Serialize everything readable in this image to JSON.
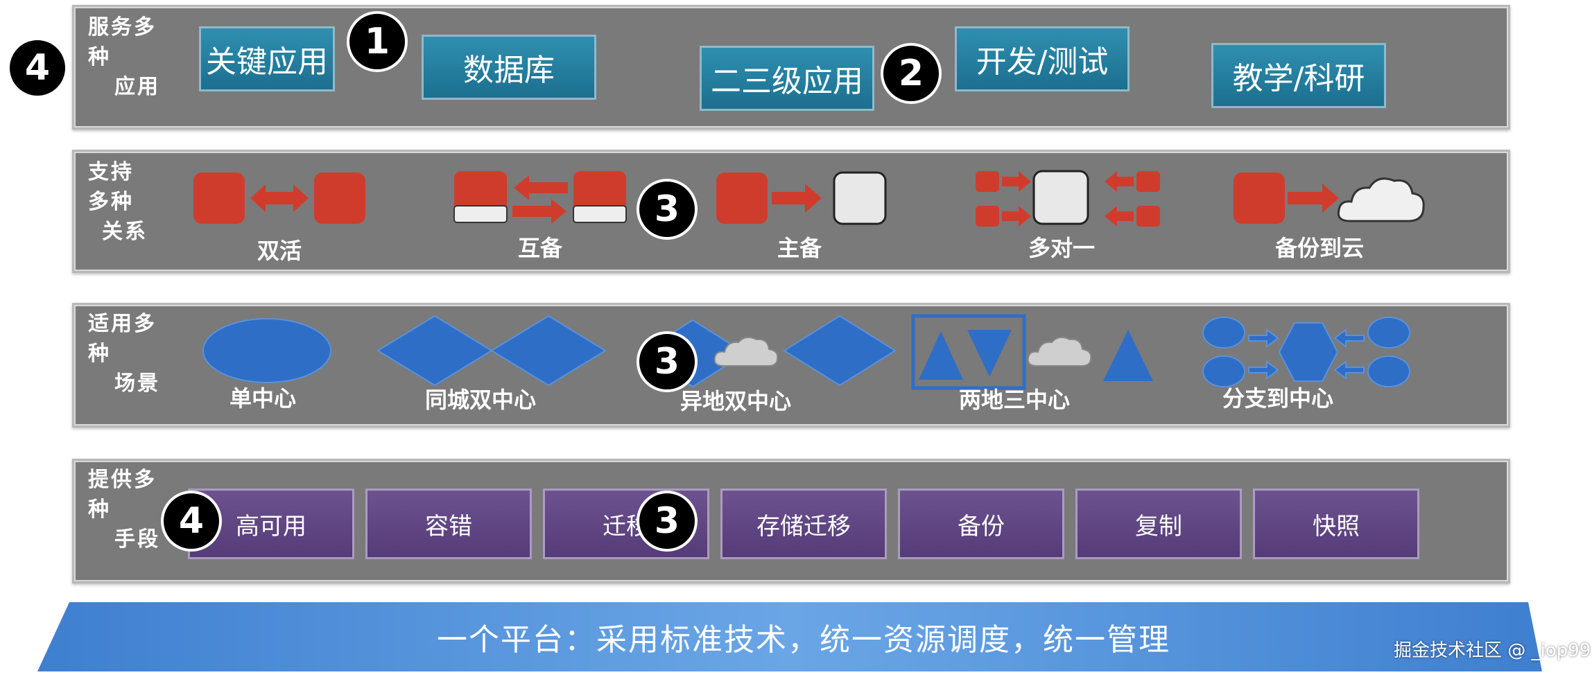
{
  "rows": {
    "applications": {
      "label_lines": [
        "服务多",
        "种",
        "应用"
      ],
      "items": [
        "关键应用",
        "数据库",
        "二三级应用",
        "开发/测试",
        "教学/科研"
      ]
    },
    "relationships": {
      "label_lines": [
        "支持",
        "多种",
        "关系"
      ],
      "items": [
        "双活",
        "互备",
        "主备",
        "多对一",
        "备份到云"
      ]
    },
    "scenarios": {
      "label_lines": [
        "适用多",
        "种",
        "场景"
      ],
      "items": [
        "单中心",
        "同城双中心",
        "异地双中心",
        "两地三中心",
        "分支到中心"
      ]
    },
    "methods": {
      "label_lines": [
        "提供多",
        "种",
        "手段"
      ],
      "items": [
        "高可用",
        "容错",
        "迁移",
        "存储迁移",
        "备份",
        "复制",
        "快照"
      ]
    }
  },
  "banner": "一个平台：采用标准技术，统一资源调度，统一管理",
  "watermark": "掘金技术社区 @ _iop99",
  "badges": [
    "4",
    "1",
    "2",
    "3",
    "3",
    "4",
    "3"
  ],
  "colors": {
    "panel": "#7a7a7a",
    "app_box": "#1f7ea1",
    "method_box": "#5f4585",
    "relation_red": "#d03c2c",
    "scenario_blue": "#2f6ec6",
    "banner_blue": "#4a86cf"
  }
}
